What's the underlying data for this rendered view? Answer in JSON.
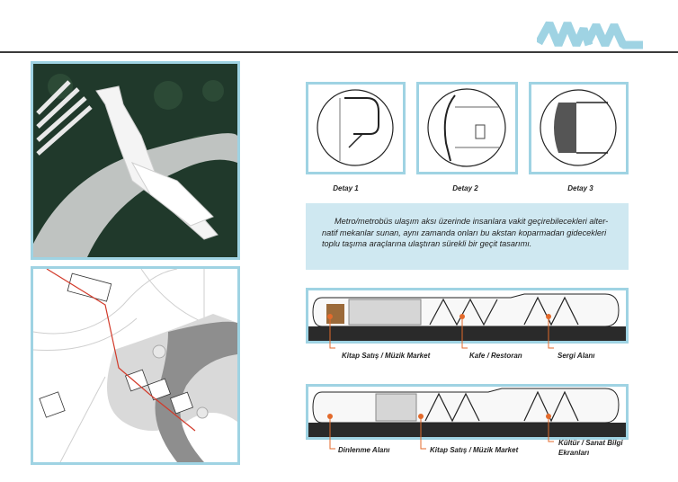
{
  "details": {
    "d1": "Detay 1",
    "d2": "Detay 2",
    "d3": "Detay 3"
  },
  "description": {
    "line1": "Metro/metrobüs ulaşım aksı üzerinde insanlara vakit geçirebilecekleri alter-",
    "line2": "natif mekanlar sunan, aynı zamanda onları bu akstan koparmadan gidecekleri",
    "line3": "toplu taşıma araçlarına ulaştıran sürekli bir geçit tasarımı."
  },
  "section1_labels": {
    "a": "Kitap Satış / Müzik Market",
    "b": "Kafe / Restoran",
    "c": "Sergi Alanı"
  },
  "section2_labels": {
    "a": "Dinlenme Alanı",
    "b": "Kitap Satış / Müzik Market",
    "c_line1": "Kültür / Sanat Bilgi",
    "c_line2": "Ekranları"
  },
  "colors": {
    "accent": "#9fd3e3",
    "desc_bg": "#cfe8f1",
    "marker": "#e36a2b",
    "route": "#d23a2a"
  }
}
